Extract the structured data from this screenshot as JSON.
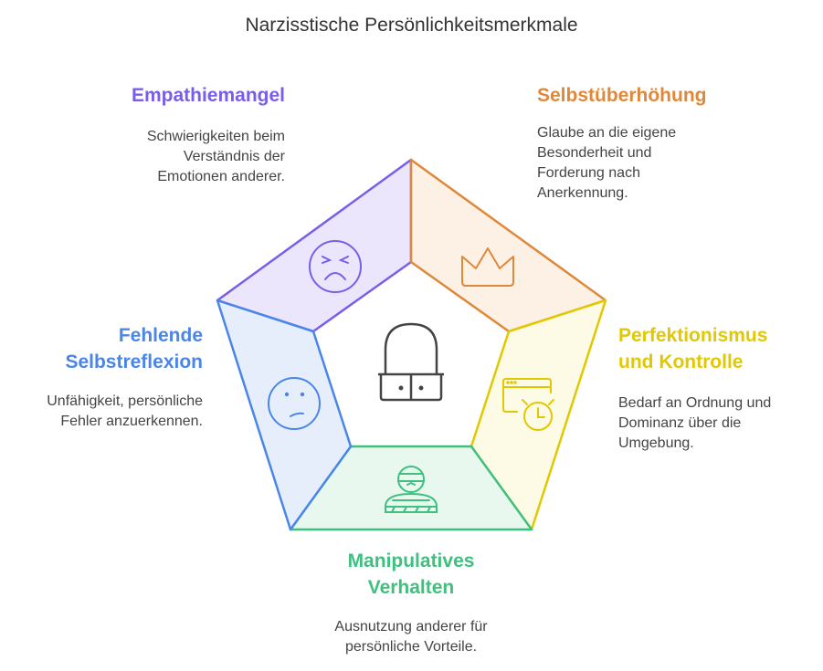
{
  "title": "Narzisstische Persönlichkeitsmerkmale",
  "colors": {
    "purple": "#7a5de8",
    "orange": "#e0883a",
    "yellow": "#e2c800",
    "green": "#3fc07f",
    "blue": "#4a86e8"
  },
  "items": [
    {
      "heading": [
        "Empathiemangel"
      ],
      "desc": [
        "Schwierigkeiten beim",
        "Verständnis der",
        "Emotionen anderer."
      ],
      "icon": "angry-face-icon"
    },
    {
      "heading": [
        "Selbstüberhöhung"
      ],
      "desc": [
        "Glaube an die eigene",
        "Besonderheit und",
        "Forderung nach",
        "Anerkennung."
      ],
      "icon": "crown-icon"
    },
    {
      "heading": [
        "Perfektionismus",
        "und Kontrolle"
      ],
      "desc": [
        "Bedarf an Ordnung und",
        "Dominanz über die",
        "Umgebung."
      ],
      "icon": "window-clock-icon"
    },
    {
      "heading": [
        "Manipulatives",
        "Verhalten"
      ],
      "desc": [
        "Ausnutzung anderer für",
        "persönliche Vorteile."
      ],
      "icon": "masked-person-icon"
    },
    {
      "heading": [
        "Fehlende",
        "Selbstreflexion"
      ],
      "desc": [
        "Unfähigkeit, persönliche",
        "Fehler anzuerkennen."
      ],
      "icon": "sad-face-icon"
    }
  ],
  "center_icon": "padlock-cabinet-icon"
}
